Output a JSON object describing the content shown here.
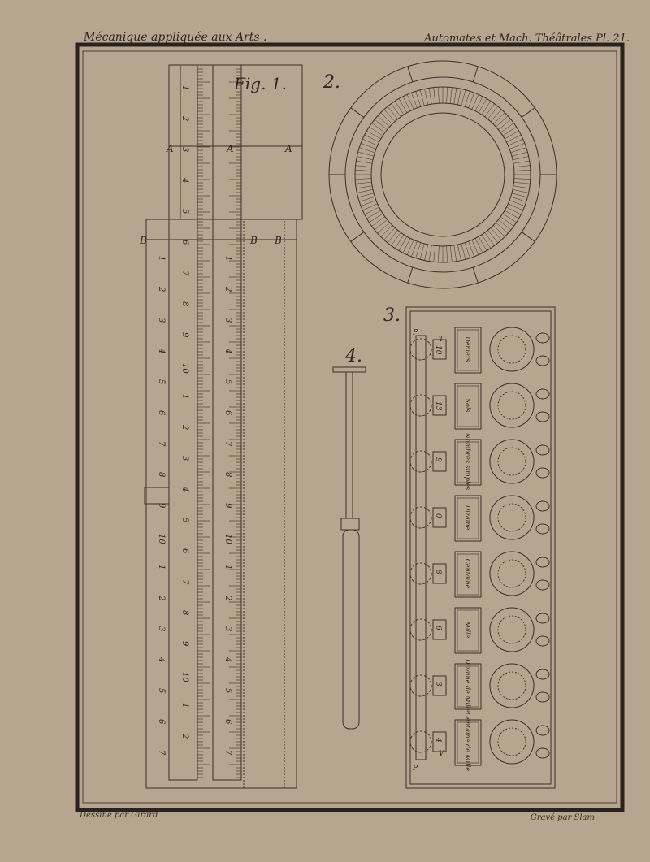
{
  "header": {
    "left": "Mécanique appliquée aux Arts .",
    "right": "Automates et Mach. Théâtrales Pl. 21."
  },
  "footer": {
    "left": "Dessiné par Girard",
    "right": "Gravé par Slam"
  },
  "figures": {
    "fig1": {
      "title": "Fig. 1.",
      "label_a": "A",
      "label_b": "B",
      "digits": [
        "1",
        "2",
        "3",
        "4",
        "5",
        "6",
        "7",
        "8",
        "9",
        "10"
      ]
    },
    "fig2": {
      "title": "2."
    },
    "fig3": {
      "title": "3.",
      "left_labels": [
        "P",
        "T",
        "V",
        "P"
      ],
      "columns": [
        {
          "label": "Deniers",
          "window": "10"
        },
        {
          "label": "Sols",
          "window": "13"
        },
        {
          "label": "Nombres simples",
          "window": "9"
        },
        {
          "label": "Dizaine",
          "window": "0"
        },
        {
          "label": "Centaine",
          "window": "8"
        },
        {
          "label": "Mille",
          "window": "6"
        },
        {
          "label": "Dizaine de Mille",
          "window": "3"
        },
        {
          "label": "Centaine de Mille",
          "window": "4"
        }
      ]
    },
    "fig4": {
      "title": "4."
    }
  }
}
